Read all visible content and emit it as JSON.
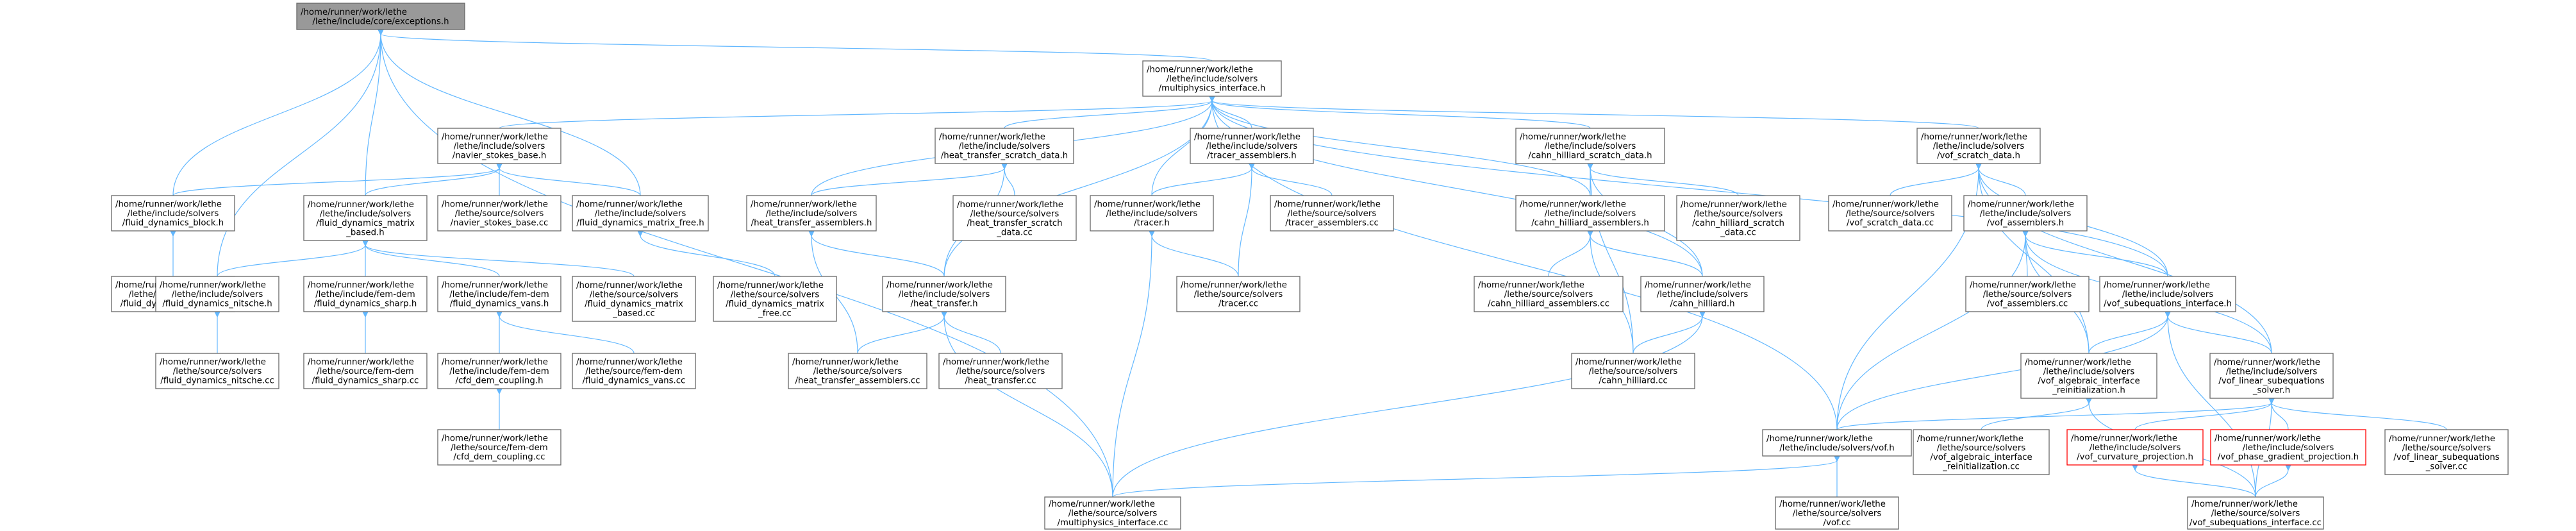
{
  "colors": {
    "edge": "#63b8ff",
    "node_border": "#666666",
    "root_fill": "#999999",
    "highlight_border": "#ff0000"
  },
  "nodes": [
    {
      "id": "core_exceptions",
      "lines": [
        "/home/runner/work/lethe",
        "/lethe/include/core/exceptions.h"
      ],
      "style": "root"
    },
    {
      "id": "multiphysics_h",
      "lines": [
        "/home/runner/work/lethe",
        "/lethe/include/solvers",
        "/multiphysics_interface.h"
      ]
    },
    {
      "id": "navier_stokes_base_h",
      "lines": [
        "/home/runner/work/lethe",
        "/lethe/include/solvers",
        "/navier_stokes_base.h"
      ]
    },
    {
      "id": "fluid_dynamics_block_h",
      "lines": [
        "/home/runner/work/lethe",
        "/lethe/include/solvers",
        "/fluid_dynamics_block.h"
      ]
    },
    {
      "id": "fluid_dynamics_block_cc",
      "lines": [
        "/home/runner/work/lethe",
        "/lethe/source/solvers",
        "/fluid_dynamics_block.cc"
      ]
    },
    {
      "id": "fluid_dynamics_matrix_based_h",
      "lines": [
        "/home/runner/work/lethe",
        "/lethe/include/solvers",
        "/fluid_dynamics_matrix",
        "_based.h"
      ]
    },
    {
      "id": "navier_stokes_base_cc",
      "lines": [
        "/home/runner/work/lethe",
        "/lethe/source/solvers",
        "/navier_stokes_base.cc"
      ]
    },
    {
      "id": "fluid_dynamics_matrix_free_h",
      "lines": [
        "/home/runner/work/lethe",
        "/lethe/include/solvers",
        "/fluid_dynamics_matrix_free.h"
      ]
    },
    {
      "id": "fluid_dynamics_nitsche_h",
      "lines": [
        "/home/runner/work/lethe",
        "/lethe/include/solvers",
        "/fluid_dynamics_nitsche.h"
      ]
    },
    {
      "id": "fluid_dynamics_nitsche_cc",
      "lines": [
        "/home/runner/work/lethe",
        "/lethe/source/solvers",
        "/fluid_dynamics_nitsche.cc"
      ]
    },
    {
      "id": "fluid_dynamics_sharp_h",
      "lines": [
        "/home/runner/work/lethe",
        "/lethe/include/fem-dem",
        "/fluid_dynamics_sharp.h"
      ]
    },
    {
      "id": "fluid_dynamics_sharp_cc",
      "lines": [
        "/home/runner/work/lethe",
        "/lethe/source/fem-dem",
        "/fluid_dynamics_sharp.cc"
      ]
    },
    {
      "id": "fluid_dynamics_vans_h",
      "lines": [
        "/home/runner/work/lethe",
        "/lethe/include/fem-dem",
        "/fluid_dynamics_vans.h"
      ]
    },
    {
      "id": "cfd_dem_coupling_h",
      "lines": [
        "/home/runner/work/lethe",
        "/lethe/include/fem-dem",
        "/cfd_dem_coupling.h"
      ]
    },
    {
      "id": "cfd_dem_coupling_cc",
      "lines": [
        "/home/runner/work/lethe",
        "/lethe/source/fem-dem",
        "/cfd_dem_coupling.cc"
      ]
    },
    {
      "id": "fluid_dynamics_vans_cc",
      "lines": [
        "/home/runner/work/lethe",
        "/lethe/source/fem-dem",
        "/fluid_dynamics_vans.cc"
      ]
    },
    {
      "id": "fluid_dynamics_matrix_based_cc",
      "lines": [
        "/home/runner/work/lethe",
        "/lethe/source/solvers",
        "/fluid_dynamics_matrix",
        "_based.cc"
      ]
    },
    {
      "id": "fluid_dynamics_matrix_free_cc",
      "lines": [
        "/home/runner/work/lethe",
        "/lethe/source/solvers",
        "/fluid_dynamics_matrix",
        "_free.cc"
      ]
    },
    {
      "id": "heat_transfer_scratch_data_h",
      "lines": [
        "/home/runner/work/lethe",
        "/lethe/include/solvers",
        "/heat_transfer_scratch_data.h"
      ]
    },
    {
      "id": "heat_transfer_assemblers_h",
      "lines": [
        "/home/runner/work/lethe",
        "/lethe/include/solvers",
        "/heat_transfer_assemblers.h"
      ]
    },
    {
      "id": "heat_transfer_scratch_data_cc",
      "lines": [
        "/home/runner/work/lethe",
        "/lethe/source/solvers",
        "/heat_transfer_scratch",
        "_data.cc"
      ]
    },
    {
      "id": "heat_transfer_h",
      "lines": [
        "/home/runner/work/lethe",
        "/lethe/include/solvers",
        "/heat_transfer.h"
      ]
    },
    {
      "id": "heat_transfer_assemblers_cc",
      "lines": [
        "/home/runner/work/lethe",
        "/lethe/source/solvers",
        "/heat_transfer_assemblers.cc"
      ]
    },
    {
      "id": "heat_transfer_cc",
      "lines": [
        "/home/runner/work/lethe",
        "/lethe/source/solvers",
        "/heat_transfer.cc"
      ]
    },
    {
      "id": "tracer_assemblers_h",
      "lines": [
        "/home/runner/work/lethe",
        "/lethe/include/solvers",
        "/tracer_assemblers.h"
      ]
    },
    {
      "id": "tracer_h",
      "lines": [
        "/home/runner/work/lethe",
        "/lethe/include/solvers",
        "/tracer.h"
      ]
    },
    {
      "id": "tracer_assemblers_cc",
      "lines": [
        "/home/runner/work/lethe",
        "/lethe/source/solvers",
        "/tracer_assemblers.cc"
      ]
    },
    {
      "id": "tracer_cc",
      "lines": [
        "/home/runner/work/lethe",
        "/lethe/source/solvers",
        "/tracer.cc"
      ]
    },
    {
      "id": "cahn_hilliard_scratch_data_h",
      "lines": [
        "/home/runner/work/lethe",
        "/lethe/include/solvers",
        "/cahn_hilliard_scratch_data.h"
      ]
    },
    {
      "id": "cahn_hilliard_assemblers_h",
      "lines": [
        "/home/runner/work/lethe",
        "/lethe/include/solvers",
        "/cahn_hilliard_assemblers.h"
      ]
    },
    {
      "id": "cahn_hilliard_scratch_data_cc",
      "lines": [
        "/home/runner/work/lethe",
        "/lethe/source/solvers",
        "/cahn_hilliard_scratch",
        "_data.cc"
      ]
    },
    {
      "id": "cahn_hilliard_assemblers_cc",
      "lines": [
        "/home/runner/work/lethe",
        "/lethe/source/solvers",
        "/cahn_hilliard_assemblers.cc"
      ]
    },
    {
      "id": "cahn_hilliard_h",
      "lines": [
        "/home/runner/work/lethe",
        "/lethe/include/solvers",
        "/cahn_hilliard.h"
      ]
    },
    {
      "id": "cahn_hilliard_cc",
      "lines": [
        "/home/runner/work/lethe",
        "/lethe/source/solvers",
        "/cahn_hilliard.cc"
      ]
    },
    {
      "id": "vof_scratch_data_h",
      "lines": [
        "/home/runner/work/lethe",
        "/lethe/include/solvers",
        "/vof_scratch_data.h"
      ]
    },
    {
      "id": "vof_scratch_data_cc",
      "lines": [
        "/home/runner/work/lethe",
        "/lethe/source/solvers",
        "/vof_scratch_data.cc"
      ]
    },
    {
      "id": "vof_assemblers_h",
      "lines": [
        "/home/runner/work/lethe",
        "/lethe/include/solvers",
        "/vof_assemblers.h"
      ]
    },
    {
      "id": "vof_assemblers_cc",
      "lines": [
        "/home/runner/work/lethe",
        "/lethe/source/solvers",
        "/vof_assemblers.cc"
      ]
    },
    {
      "id": "vof_subequations_interface_h",
      "lines": [
        "/home/runner/work/lethe",
        "/lethe/include/solvers",
        "/vof_subequations_interface.h"
      ]
    },
    {
      "id": "vof_algebraic_h",
      "lines": [
        "/home/runner/work/lethe",
        "/lethe/include/solvers",
        "/vof_algebraic_interface",
        "_reinitialization.h"
      ]
    },
    {
      "id": "vof_linear_subequations_solver_h",
      "lines": [
        "/home/runner/work/lethe",
        "/lethe/include/solvers",
        "/vof_linear_subequations",
        "_solver.h"
      ]
    },
    {
      "id": "vof_h",
      "lines": [
        "/home/runner/work/lethe",
        "/lethe/include/solvers/vof.h"
      ]
    },
    {
      "id": "vof_algebraic_cc",
      "lines": [
        "/home/runner/work/lethe",
        "/lethe/source/solvers",
        "/vof_algebraic_interface",
        "_reinitialization.cc"
      ]
    },
    {
      "id": "vof_curvature_projection_h",
      "lines": [
        "/home/runner/work/lethe",
        "/lethe/include/solvers",
        "/vof_curvature_projection.h"
      ],
      "style": "red"
    },
    {
      "id": "vof_phase_gradient_projection_h",
      "lines": [
        "/home/runner/work/lethe",
        "/lethe/include/solvers",
        "/vof_phase_gradient_projection.h"
      ],
      "style": "red"
    },
    {
      "id": "vof_linear_subequations_solver_cc",
      "lines": [
        "/home/runner/work/lethe",
        "/lethe/source/solvers",
        "/vof_linear_subequations",
        "_solver.cc"
      ]
    },
    {
      "id": "vof_cc",
      "lines": [
        "/home/runner/work/lethe",
        "/lethe/source/solvers",
        "/vof.cc"
      ]
    },
    {
      "id": "multiphysics_cc",
      "lines": [
        "/home/runner/work/lethe",
        "/lethe/source/solvers",
        "/multiphysics_interface.cc"
      ]
    },
    {
      "id": "vof_subequations_interface_cc",
      "lines": [
        "/home/runner/work/lethe",
        "/lethe/source/solvers",
        "/vof_subequations_interface.cc"
      ]
    }
  ]
}
